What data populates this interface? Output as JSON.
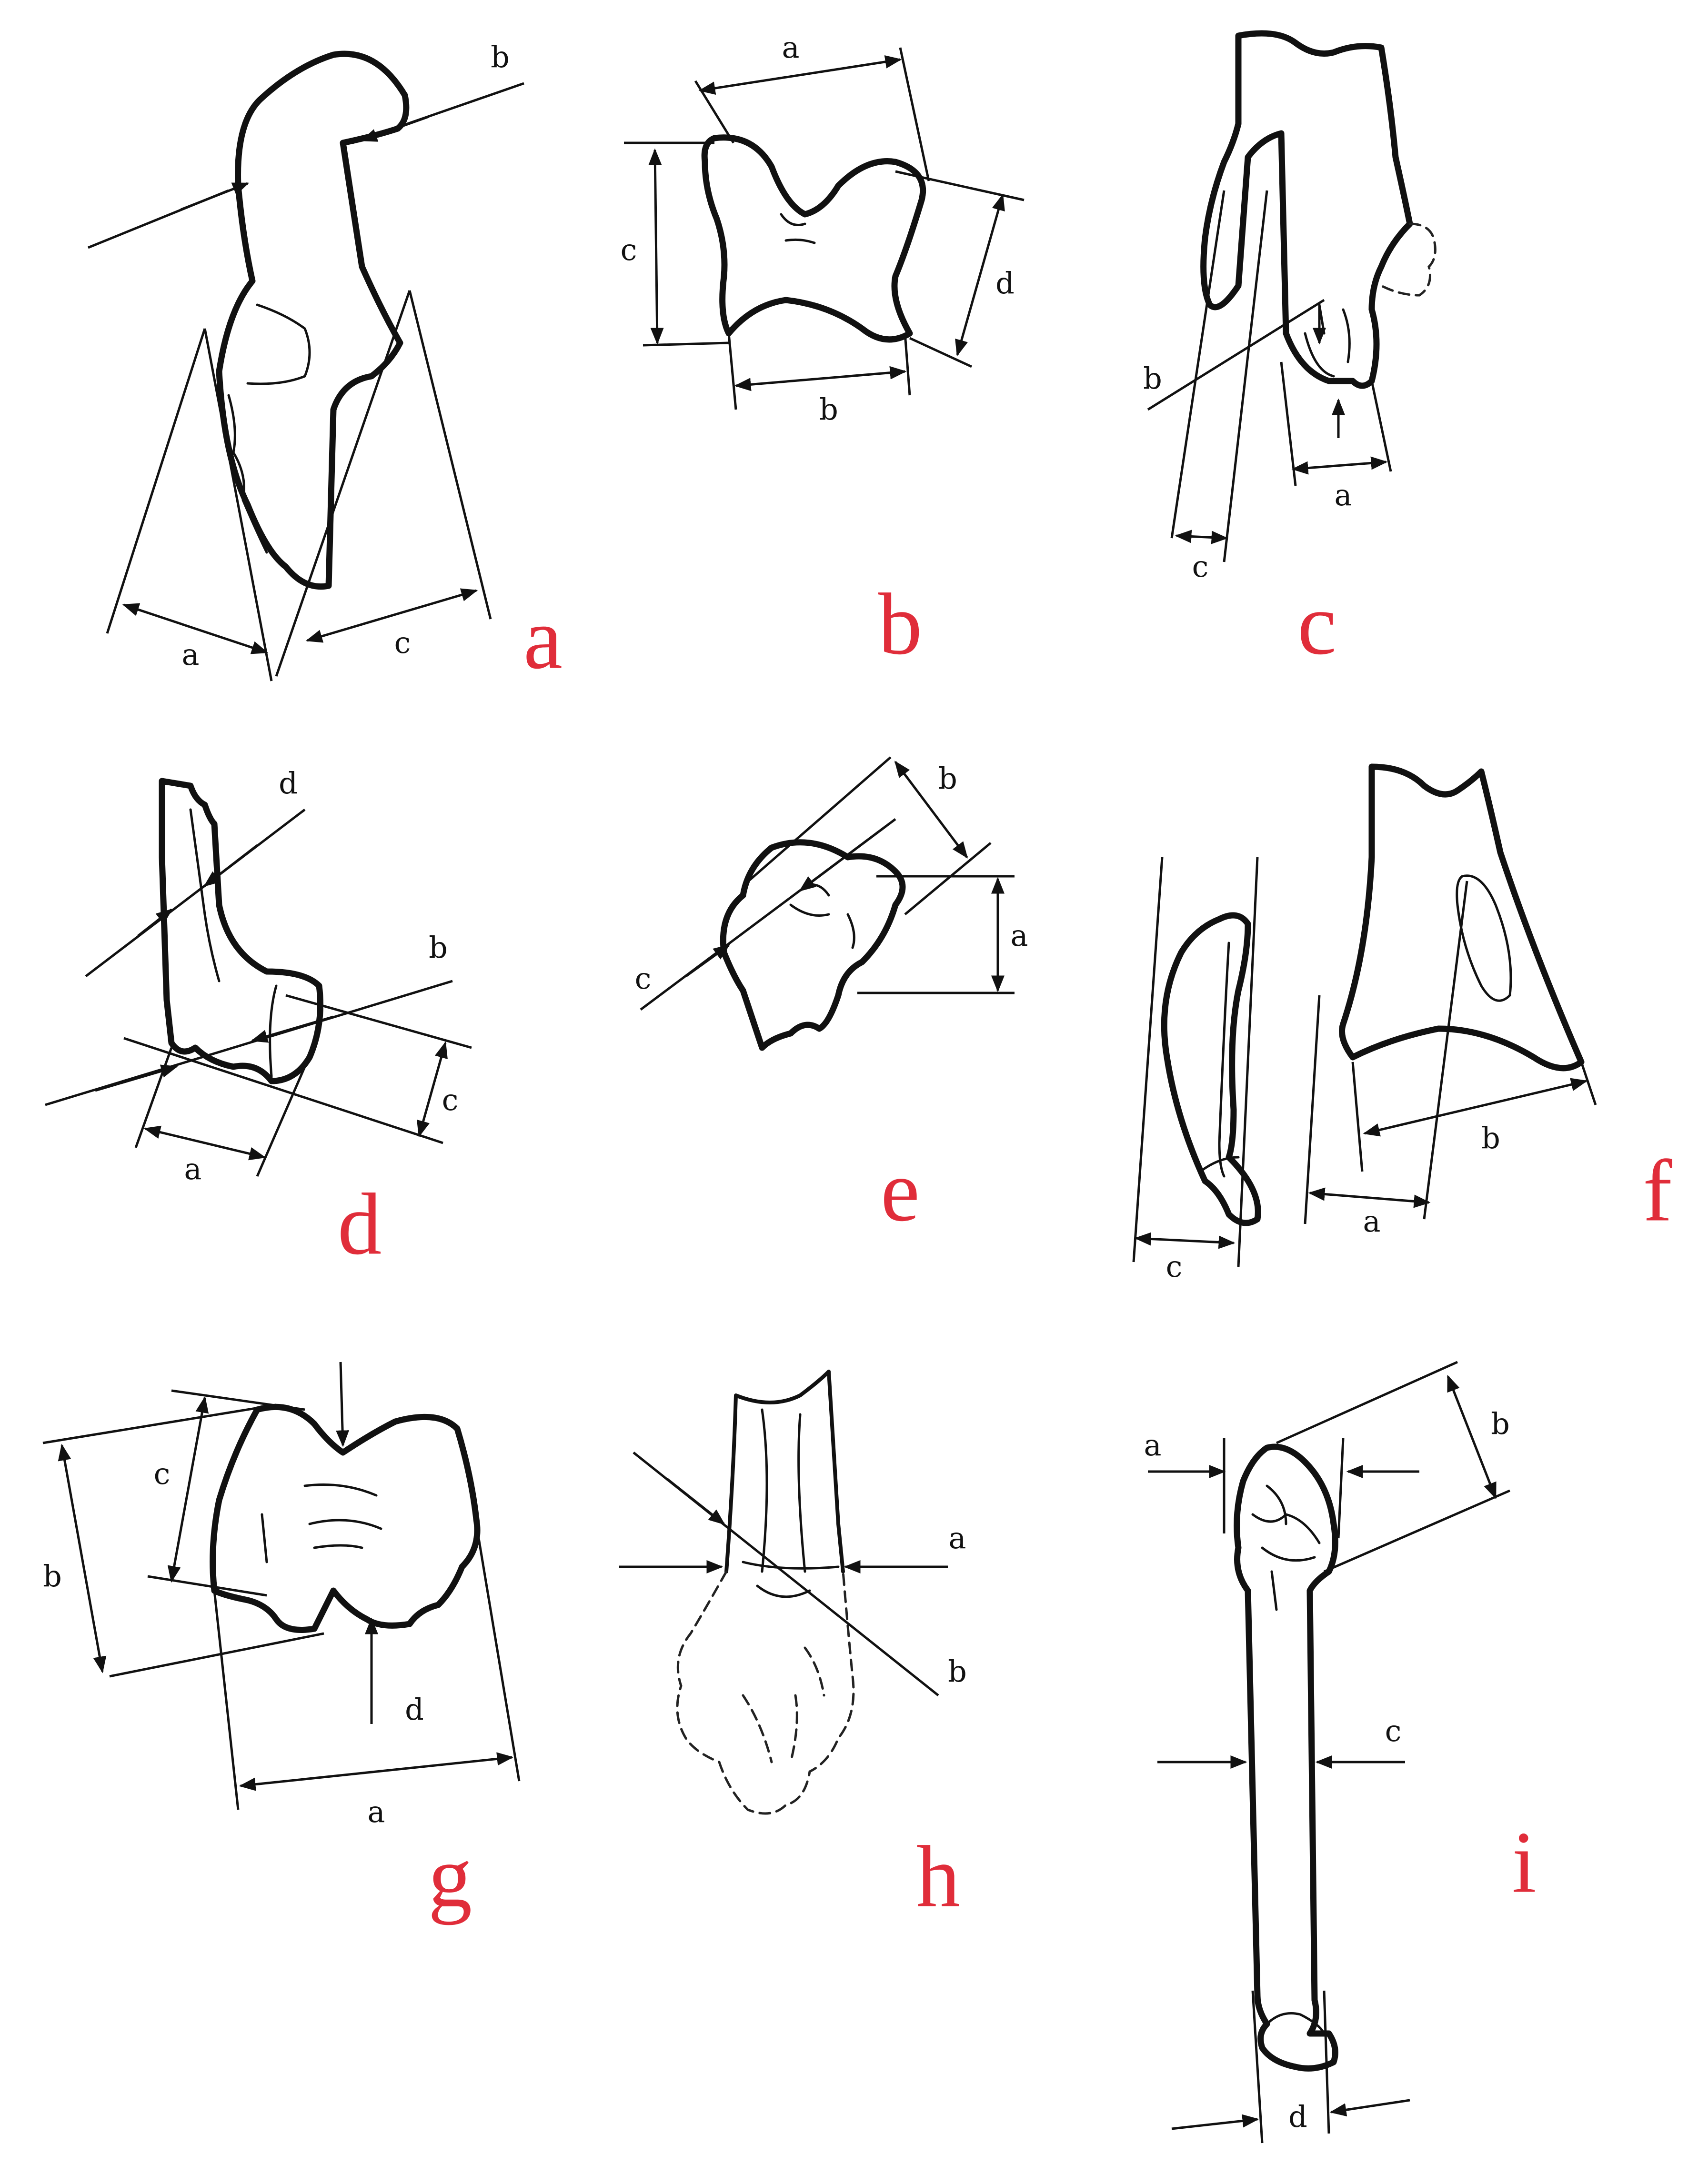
{
  "panels": [
    {
      "id": "a",
      "label": "a",
      "measures": [
        "a",
        "b",
        "c"
      ]
    },
    {
      "id": "b",
      "label": "b",
      "measures": [
        "a",
        "b",
        "c",
        "d"
      ]
    },
    {
      "id": "c",
      "label": "c",
      "measures": [
        "a",
        "b",
        "c"
      ]
    },
    {
      "id": "d",
      "label": "d",
      "measures": [
        "a",
        "b",
        "c",
        "d"
      ]
    },
    {
      "id": "e",
      "label": "e",
      "measures": [
        "a",
        "b",
        "c"
      ]
    },
    {
      "id": "f",
      "label": "f",
      "measures": [
        "a",
        "b",
        "c"
      ]
    },
    {
      "id": "g",
      "label": "g",
      "measures": [
        "a",
        "b",
        "c",
        "d"
      ]
    },
    {
      "id": "h",
      "label": "h",
      "measures": [
        "a",
        "b"
      ]
    },
    {
      "id": "i",
      "label": "i",
      "measures": [
        "a",
        "b",
        "c",
        "d"
      ]
    }
  ],
  "colors": {
    "panel_label": "#e02d3a",
    "drawing": "#111111"
  }
}
